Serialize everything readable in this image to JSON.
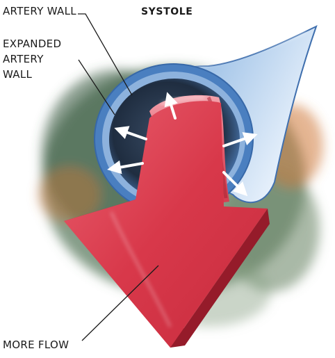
{
  "title": "SYSTOLE",
  "labels": {
    "artery_wall": "ARTERY WALL",
    "expanded_artery_wall": [
      "EXPANDED",
      "ARTERY",
      "WALL"
    ],
    "more_flow": "MORE FLOW"
  },
  "colors": {
    "artery_blue": "#5b8fcb",
    "artery_light": "#bcd6f0",
    "lumen_dark": "#1d2a3a",
    "flow_red": "#d8384a",
    "flow_dark": "#9e1f2d",
    "flow_light": "#ee8a96",
    "tissue_green": "#4d6e52",
    "tissue_orange": "#d0783a"
  }
}
